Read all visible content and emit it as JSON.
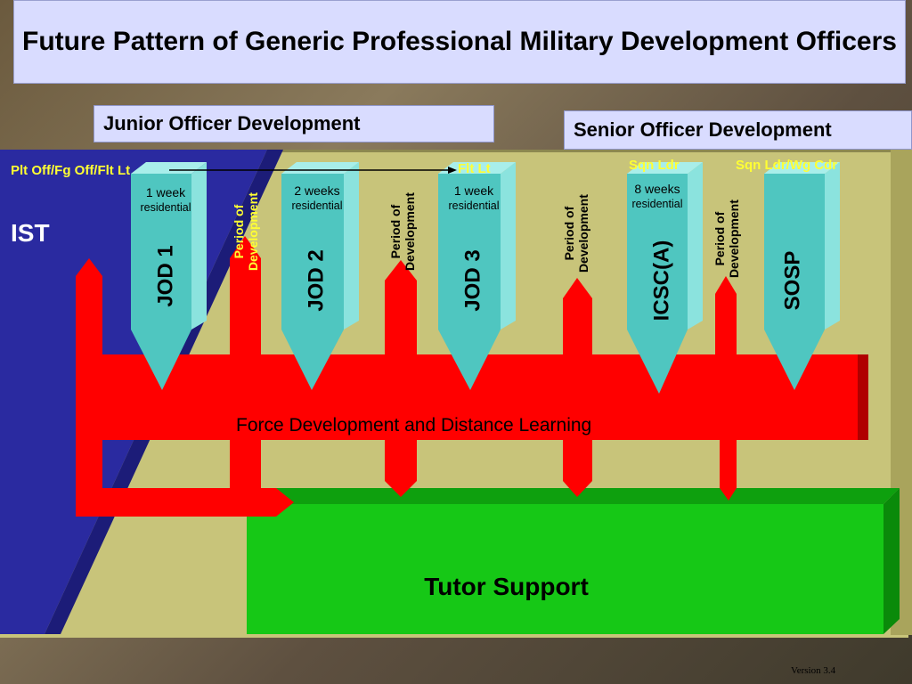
{
  "title": "Future Pattern of Generic Professional Military Development Officers",
  "junior_label": "Junior Officer Development",
  "senior_label": "Senior Officer Development",
  "ranks": {
    "plt_off": "Plt Off/Fg Off/Flt Lt",
    "flt_lt": "Flt Lt",
    "sqn_ldr": "Sqn Ldr",
    "sqn_ldr_wg_cdr": "Sqn Ldr/Wg Cdr"
  },
  "ist_label": "IST",
  "courses": [
    {
      "label": "JOD 1",
      "duration": "1 week",
      "mode": "residential"
    },
    {
      "label": "JOD 2",
      "duration": "2 weeks",
      "mode": "residential"
    },
    {
      "label": "JOD 3",
      "duration": "1 week",
      "mode": "residential"
    },
    {
      "label": "ICSC(A)",
      "duration": "8 weeks",
      "mode": "residential"
    },
    {
      "label": "SOSP"
    }
  ],
  "period_label_line1": "Period of",
  "period_label_line2": "Development",
  "force_development_label": "Force Development and Distance Learning",
  "tutor_support_label": "Tutor Support",
  "version": "Version 3.4",
  "colors": {
    "title_bg": "#d9dcff",
    "stage": "#c8c47a",
    "ist_band": "#2a2aa0",
    "force_red": "#ff0000",
    "course_arrow": "#4fc6c0",
    "tutor_green": "#16c816",
    "rank_yellow": "#ffff33"
  }
}
